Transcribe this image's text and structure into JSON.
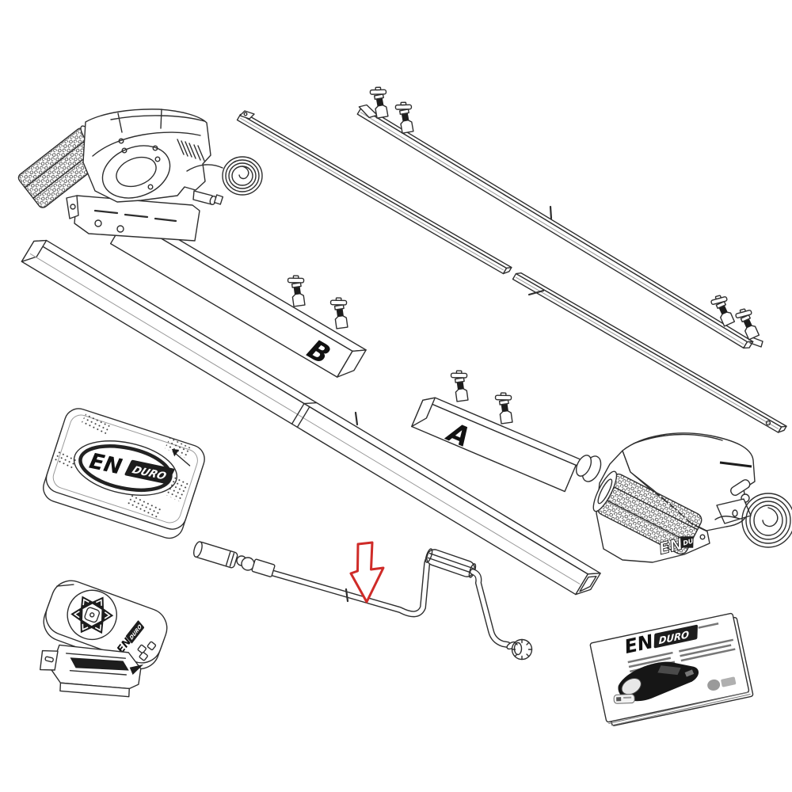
{
  "kit": {
    "beam_labels": {
      "a": "A",
      "b": "B"
    },
    "control_box": {
      "logo_en": "EN",
      "logo_duro": "DURO"
    },
    "remote": {
      "logo_en": "EN",
      "logo_duro": "DURO"
    },
    "right_motor": {
      "logo_en": "EN",
      "logo_duro": "DU"
    },
    "manual": {
      "logo_en": "EN",
      "logo_duro": "DURO"
    },
    "colors": {
      "line": "#2e2e2e",
      "arrow": "#cf2b28",
      "label": "#111111",
      "logo_dark": "#111111"
    }
  }
}
